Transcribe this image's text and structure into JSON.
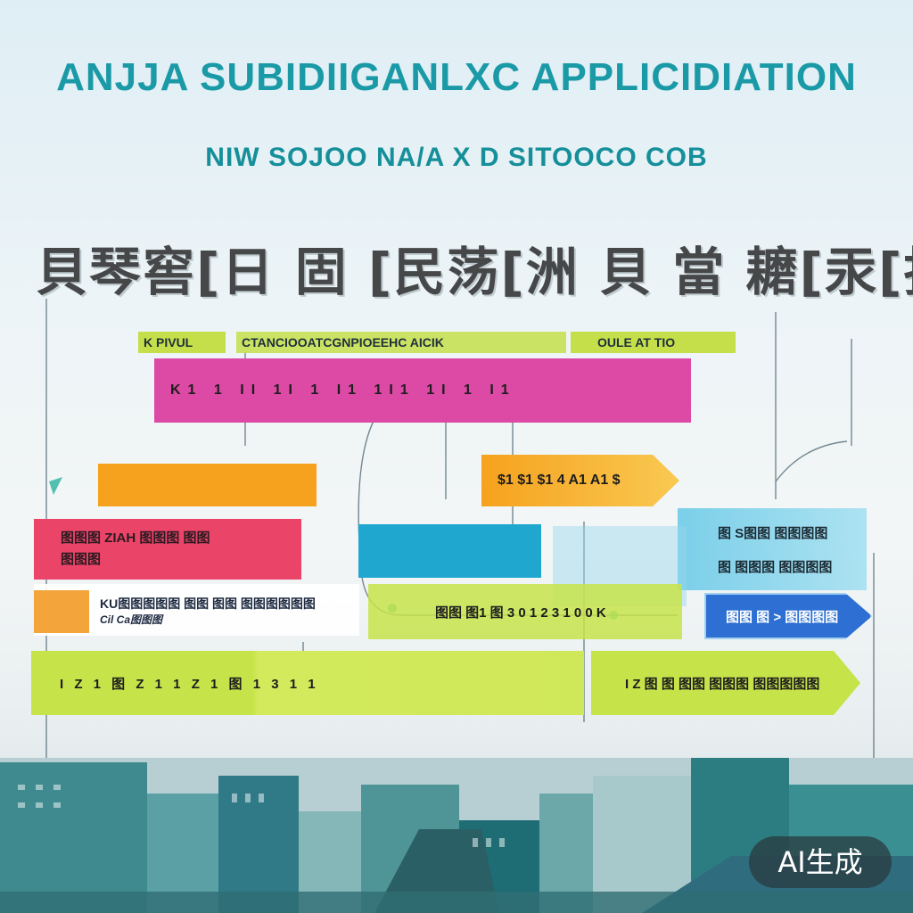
{
  "header": {
    "title": "ANJJA SUBIDIIGANLXC APPLICIDIATION",
    "subtitle": "NIW SOJOO NA/A X D SITOOCO COB",
    "cjk_line": "貝琴窖[日 固 [民荡[洲 貝 當 耱[汞[扨"
  },
  "legend": {
    "tag_1": "K PIVUL",
    "tag_2": "CTANCIOOATCGNPIOEEHC AICIK",
    "tag_3": "OULE AT TIO"
  },
  "bars": {
    "magenta_top": "K1 1 II 1I 1 I1 1I1 1I 1 I1",
    "orange_left": "",
    "orange_right": "$1 $1 $1 4 A1 A1 $",
    "red_left_line1": "图图图 ZIAH 图图图 图图",
    "red_left_line2": "图图图",
    "blue_mid": "",
    "cyan_right_line1": "图 S图图 图图图图",
    "cyan_right_line2": "图 图图图 图图图图",
    "white_left_line1": "KU图图图图图 图图 图图 图图图图图图",
    "white_left_line2": "Cil Ca图图图",
    "green_mid": "图图 图1 图 3 0 1 2 3 1 0 0 K",
    "blue_right": "图图 图 > 图图图图",
    "lime_left": "I Z 1 图 Z 1 1 Z 1 图 1 3 1 1",
    "lime_right": "I Z 图 图 图图 图图图 图图图图图"
  },
  "watermark": "AI生成",
  "colors": {
    "title": "#1a9aa6",
    "subtitle": "#158f9a",
    "magenta": "#dc4aa6",
    "orange": "#f6a21e",
    "red": "#ea4468",
    "blue": "#1fa7cf",
    "cyan": "#6ecbe8",
    "lime": "#c7e34a",
    "deep_blue": "#2d6fd2",
    "tag_green": "#c4df4a"
  }
}
